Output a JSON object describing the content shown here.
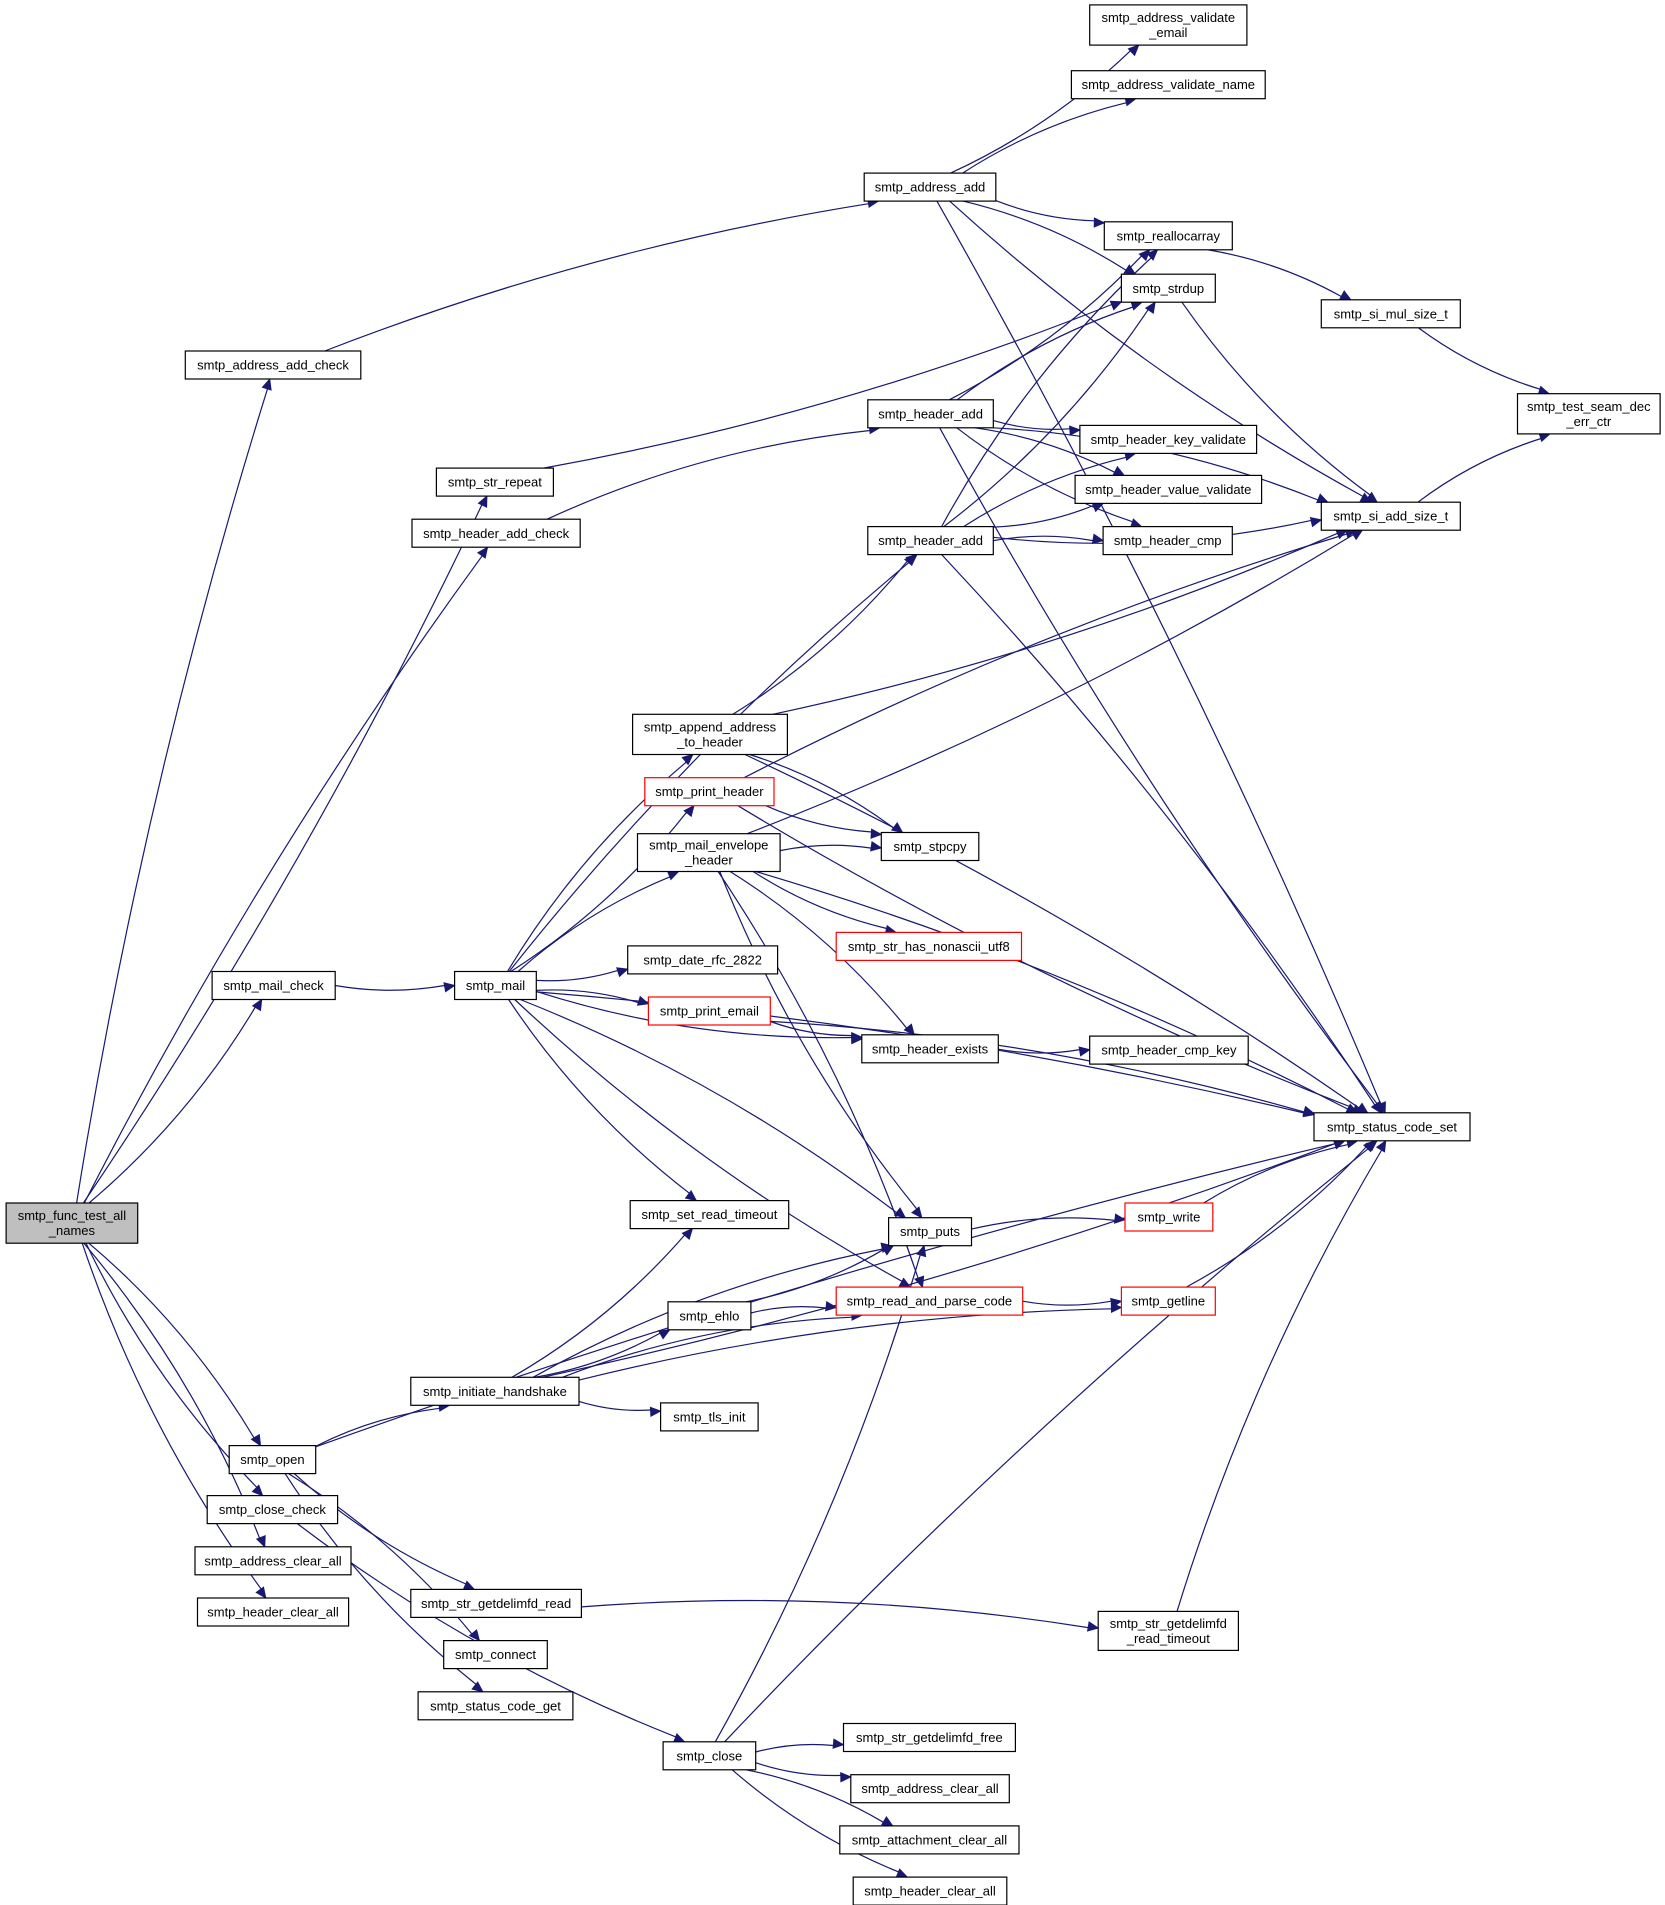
{
  "colors": {
    "edge": "#191970",
    "node_border": "#000000",
    "truncated_node_border": "#ff0000",
    "root_fill": "#bfbfbf",
    "node_fill": "#ffffff"
  },
  "nodes": [
    {
      "id": "root",
      "lines": [
        "smtp_func_test_all",
        "_names"
      ],
      "root": true
    },
    {
      "id": "address_add_check",
      "lines": [
        "smtp_address_add_check"
      ]
    },
    {
      "id": "str_repeat",
      "lines": [
        "smtp_str_repeat"
      ]
    },
    {
      "id": "header_add_check",
      "lines": [
        "smtp_header_add_check"
      ]
    },
    {
      "id": "mail_check",
      "lines": [
        "smtp_mail_check"
      ]
    },
    {
      "id": "open",
      "lines": [
        "smtp_open"
      ]
    },
    {
      "id": "close_check",
      "lines": [
        "smtp_close_check"
      ]
    },
    {
      "id": "address_clear_all_l",
      "lines": [
        "smtp_address_clear_all"
      ]
    },
    {
      "id": "header_clear_all_l",
      "lines": [
        "smtp_header_clear_all"
      ]
    },
    {
      "id": "mail",
      "lines": [
        "smtp_mail"
      ]
    },
    {
      "id": "initiate_handshake",
      "lines": [
        "smtp_initiate_handshake"
      ]
    },
    {
      "id": "str_getdelimfd_read",
      "lines": [
        "smtp_str_getdelimfd_read"
      ]
    },
    {
      "id": "connect",
      "lines": [
        "smtp_connect"
      ]
    },
    {
      "id": "status_code_get",
      "lines": [
        "smtp_status_code_get"
      ]
    },
    {
      "id": "append_address",
      "lines": [
        "smtp_append_address",
        "_to_header"
      ]
    },
    {
      "id": "print_header",
      "lines": [
        "smtp_print_header"
      ],
      "truncated": true
    },
    {
      "id": "mail_envelope",
      "lines": [
        "smtp_mail_envelope",
        "_header"
      ]
    },
    {
      "id": "date_rfc",
      "lines": [
        "smtp_date_rfc_2822"
      ]
    },
    {
      "id": "print_email",
      "lines": [
        "smtp_print_email"
      ],
      "truncated": true
    },
    {
      "id": "set_read_timeout",
      "lines": [
        "smtp_set_read_timeout"
      ]
    },
    {
      "id": "ehlo",
      "lines": [
        "smtp_ehlo"
      ]
    },
    {
      "id": "tls_init",
      "lines": [
        "smtp_tls_init"
      ]
    },
    {
      "id": "close",
      "lines": [
        "smtp_close"
      ]
    },
    {
      "id": "address_add",
      "lines": [
        "smtp_address_add"
      ]
    },
    {
      "id": "header_add_1",
      "lines": [
        "smtp_header_add"
      ]
    },
    {
      "id": "header_add_2",
      "lines": [
        "smtp_header_add"
      ]
    },
    {
      "id": "stpcpy",
      "lines": [
        "smtp_stpcpy"
      ]
    },
    {
      "id": "str_has_nonascii",
      "lines": [
        "smtp_str_has_nonascii_utf8"
      ],
      "truncated": true
    },
    {
      "id": "header_exists",
      "lines": [
        "smtp_header_exists"
      ]
    },
    {
      "id": "puts",
      "lines": [
        "smtp_puts"
      ]
    },
    {
      "id": "read_and_parse_code",
      "lines": [
        "smtp_read_and_parse_code"
      ],
      "truncated": true
    },
    {
      "id": "str_getdelimfd_free",
      "lines": [
        "smtp_str_getdelimfd_free"
      ]
    },
    {
      "id": "address_clear_all_r",
      "lines": [
        "smtp_address_clear_all"
      ]
    },
    {
      "id": "attachment_clear_all",
      "lines": [
        "smtp_attachment_clear_all"
      ]
    },
    {
      "id": "header_clear_all_r",
      "lines": [
        "smtp_header_clear_all"
      ]
    },
    {
      "id": "address_validate_email",
      "lines": [
        "smtp_address_validate",
        "_email"
      ]
    },
    {
      "id": "address_validate_name",
      "lines": [
        "smtp_address_validate_name"
      ]
    },
    {
      "id": "reallocarray",
      "lines": [
        "smtp_reallocarray"
      ]
    },
    {
      "id": "strdup",
      "lines": [
        "smtp_strdup"
      ]
    },
    {
      "id": "header_key_validate",
      "lines": [
        "smtp_header_key_validate"
      ]
    },
    {
      "id": "header_value_validate",
      "lines": [
        "smtp_header_value_validate"
      ]
    },
    {
      "id": "header_cmp",
      "lines": [
        "smtp_header_cmp"
      ]
    },
    {
      "id": "header_cmp_key",
      "lines": [
        "smtp_header_cmp_key"
      ]
    },
    {
      "id": "write",
      "lines": [
        "smtp_write"
      ],
      "truncated": true
    },
    {
      "id": "getline",
      "lines": [
        "smtp_getline"
      ],
      "truncated": true
    },
    {
      "id": "str_getdelimfd_read_timeout",
      "lines": [
        "smtp_str_getdelimfd",
        "_read_timeout"
      ]
    },
    {
      "id": "si_mul_size_t",
      "lines": [
        "smtp_si_mul_size_t"
      ]
    },
    {
      "id": "si_add_size_t",
      "lines": [
        "smtp_si_add_size_t"
      ]
    },
    {
      "id": "status_code_set",
      "lines": [
        "smtp_status_code_set"
      ]
    },
    {
      "id": "test_seam",
      "lines": [
        "smtp_test_seam_dec",
        "_err_ctr"
      ]
    }
  ],
  "edges": [
    [
      "root",
      "address_add_check"
    ],
    [
      "root",
      "str_repeat"
    ],
    [
      "root",
      "header_add_check"
    ],
    [
      "root",
      "mail_check"
    ],
    [
      "root",
      "open"
    ],
    [
      "root",
      "close_check"
    ],
    [
      "root",
      "address_clear_all_l"
    ],
    [
      "root",
      "header_clear_all_l"
    ],
    [
      "address_add_check",
      "address_add"
    ],
    [
      "str_repeat",
      "strdup"
    ],
    [
      "header_add_check",
      "header_add_1"
    ],
    [
      "mail_check",
      "mail"
    ],
    [
      "open",
      "initiate_handshake"
    ],
    [
      "open",
      "str_getdelimfd_read"
    ],
    [
      "open",
      "connect"
    ],
    [
      "open",
      "status_code_get"
    ],
    [
      "open",
      "status_code_set"
    ],
    [
      "close_check",
      "close"
    ],
    [
      "mail",
      "append_address"
    ],
    [
      "mail",
      "print_header"
    ],
    [
      "mail",
      "mail_envelope"
    ],
    [
      "mail",
      "date_rfc"
    ],
    [
      "mail",
      "print_email"
    ],
    [
      "mail",
      "set_read_timeout"
    ],
    [
      "mail",
      "header_add_2"
    ],
    [
      "mail",
      "header_exists"
    ],
    [
      "mail",
      "puts"
    ],
    [
      "mail",
      "read_and_parse_code"
    ],
    [
      "mail",
      "status_code_set"
    ],
    [
      "initiate_handshake",
      "set_read_timeout"
    ],
    [
      "initiate_handshake",
      "puts"
    ],
    [
      "initiate_handshake",
      "ehlo"
    ],
    [
      "initiate_handshake",
      "read_and_parse_code"
    ],
    [
      "initiate_handshake",
      "tls_init"
    ],
    [
      "initiate_handshake",
      "getline"
    ],
    [
      "initiate_handshake",
      "status_code_set"
    ],
    [
      "str_getdelimfd_read",
      "str_getdelimfd_read_timeout"
    ],
    [
      "append_address",
      "header_add_2"
    ],
    [
      "append_address",
      "stpcpy"
    ],
    [
      "append_address",
      "si_add_size_t"
    ],
    [
      "append_address",
      "status_code_set"
    ],
    [
      "print_header",
      "stpcpy"
    ],
    [
      "print_header",
      "si_add_size_t"
    ],
    [
      "print_header",
      "status_code_set"
    ],
    [
      "mail_envelope",
      "stpcpy"
    ],
    [
      "mail_envelope",
      "str_has_nonascii"
    ],
    [
      "mail_envelope",
      "header_exists"
    ],
    [
      "mail_envelope",
      "puts"
    ],
    [
      "mail_envelope",
      "read_and_parse_code"
    ],
    [
      "mail_envelope",
      "si_add_size_t"
    ],
    [
      "mail_envelope",
      "status_code_set"
    ],
    [
      "print_email",
      "header_exists"
    ],
    [
      "print_email",
      "status_code_set"
    ],
    [
      "ehlo",
      "puts"
    ],
    [
      "ehlo",
      "read_and_parse_code"
    ],
    [
      "close",
      "puts"
    ],
    [
      "close",
      "str_getdelimfd_free"
    ],
    [
      "close",
      "address_clear_all_r"
    ],
    [
      "close",
      "attachment_clear_all"
    ],
    [
      "close",
      "header_clear_all_r"
    ],
    [
      "close",
      "status_code_set"
    ],
    [
      "address_add",
      "address_validate_email"
    ],
    [
      "address_add",
      "address_validate_name"
    ],
    [
      "address_add",
      "reallocarray"
    ],
    [
      "address_add",
      "strdup"
    ],
    [
      "address_add",
      "si_add_size_t"
    ],
    [
      "address_add",
      "status_code_set"
    ],
    [
      "header_add_1",
      "reallocarray"
    ],
    [
      "header_add_1",
      "strdup"
    ],
    [
      "header_add_1",
      "header_key_validate"
    ],
    [
      "header_add_1",
      "header_value_validate"
    ],
    [
      "header_add_1",
      "header_cmp"
    ],
    [
      "header_add_1",
      "si_add_size_t"
    ],
    [
      "header_add_1",
      "status_code_set"
    ],
    [
      "header_add_2",
      "reallocarray"
    ],
    [
      "header_add_2",
      "strdup"
    ],
    [
      "header_add_2",
      "header_key_validate"
    ],
    [
      "header_add_2",
      "header_value_validate"
    ],
    [
      "header_add_2",
      "header_cmp"
    ],
    [
      "header_add_2",
      "si_add_size_t"
    ],
    [
      "header_add_2",
      "status_code_set"
    ],
    [
      "header_exists",
      "header_cmp_key"
    ],
    [
      "puts",
      "write"
    ],
    [
      "read_and_parse_code",
      "getline"
    ],
    [
      "reallocarray",
      "si_mul_size_t"
    ],
    [
      "strdup",
      "si_add_size_t"
    ],
    [
      "write",
      "status_code_set"
    ],
    [
      "getline",
      "status_code_set"
    ],
    [
      "str_getdelimfd_read_timeout",
      "status_code_set"
    ],
    [
      "si_mul_size_t",
      "test_seam"
    ],
    [
      "si_add_size_t",
      "test_seam"
    ]
  ]
}
